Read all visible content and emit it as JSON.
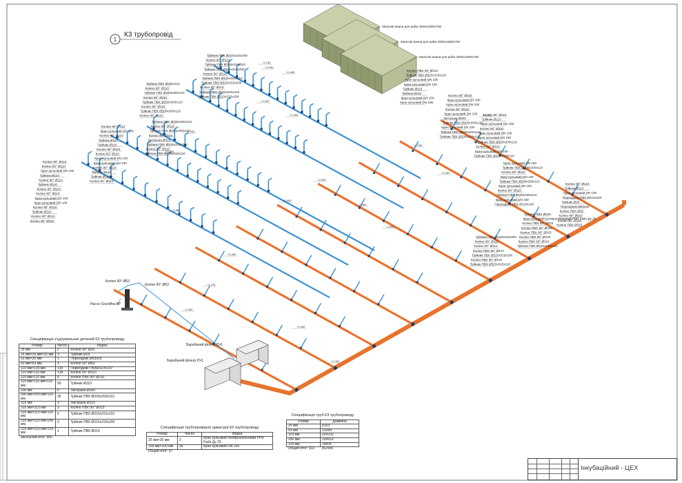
{
  "sheet": {
    "title": "К3 трубопровід",
    "section_no": "1",
    "stamp_name": "Інкубаційний - ЦЕХ",
    "colors": {
      "pipe_main": "#e8732e",
      "pipe_small": "#3a90cf",
      "fittings": "#1d3f6e",
      "tanks": "#9aa57a",
      "leader": "#444444"
    }
  },
  "tank_labels": [
    "Мальові ванни для риби 3300х1500х750",
    "Мальові ванни для риби 3300х1500х750",
    "Мальові ванни для риби 3300х1500х750"
  ],
  "equipment_labels": {
    "pump": "Насос Grundfos AP",
    "elbow_63_a": "Коліно 90° Ø63",
    "elbow_63_b": "Коліно 90° Ø63",
    "drum_filter_top": "Барабаний фільтр DVL",
    "drum_filter_bottom": "Барабаний фільтр DVL"
  },
  "fitting_labels": [
    "Коліно 90° Ø110",
    "Коліно 90° Ø110",
    "Кран кульовий DN 100",
    "Трійник Ø110",
    "Коліно 90° Ø110",
    "Трійник Ø110",
    "Коліно 90° Ø110",
    "Коліно 90° Ø110",
    "Кран кульовий DN 100",
    "Кран кульовий DN 100",
    "Коліно 90° Ø110",
    "Трійник Ø110",
    "Коліно 90° Ø110",
    "Коліно 90° Ø110",
    "Коліно 90° Ø110",
    "Кран кульовий DN 100",
    "Коліно 90° Ø110",
    "Трійник Ø110",
    "Трійник Ø110",
    "Коліно 90° Ø110",
    "Коліно 90° Ø110",
    "Кран кульовий DN 100",
    "Кран кульовий DN 100",
    "Коліно 90° Ø110",
    "Трійник Ø110",
    "Трійник Ø110",
    "Коліно 90° Ø110",
    "Трійник ПВХ Ø200х110",
    "Коліно 90° Ø110",
    "Трійник ПВХ Ø200х200х110",
    "Коліно 90° Ø110",
    "Трійник ПВХ Ø200х200х110",
    "Коліно 90° Ø110",
    "Трійник ПВХ Ø200х200х110",
    "Коліно 90° Ø110",
    "Трійник ПВХ Ø200х200х110",
    "Коліно 90° Ø110",
    "Трійник ПВХ Ø200х200х110",
    "Коліно 90° Ø110",
    "Заглушка Ø315",
    "Трійник ПВХ Ø315х315х200",
    "Коліно 90° Ø110",
    "Трійник ПВХ Ø315х315х110",
    "Трійник ПВХ Ø315х315х200",
    "Коліно 90° Ø110",
    "Трійник ПВХ Ø315х315х110",
    "Трійник ПВХ Ø315х315х200",
    "Коліно 90° Ø110",
    "Трійник ПВХ Ø315х315х110",
    "Трійник ПВХ Ø315х315х200",
    "Коліно 90° Ø110",
    "Трійник ПВХ Ø315х315х110",
    "Трійник ПВХ Ø315х315х200",
    "Коліно ПВХ 90° Ø110",
    "Трійник ПВХ Ø315х315х110",
    "Кран кульовий DN 100",
    "Кран кульовий DN 100",
    "Трійник Ø110",
    "Трійник Ø110",
    "Кран кульовий DN 100",
    "Кран кульовий DN 100",
    "Коліно 90° Ø110",
    "Кран кульовий DN 100",
    "Кран кульовий DN 100",
    "Коліно 90° Ø110",
    "Кран кульовий DN 100",
    "Заглушка Ø200",
    "Трійник ПВХ Ø200х200х110",
    "Кран кульовий DN 100",
    "Трійник ПВХ Ø200х200х110",
    "Трійник ПВХ Ø200х200х110",
    "Коліно 90° Ø110",
    "Трійник Ø110",
    "Кран кульовий DN 100",
    "Коліно 90° Ø110",
    "Кран кульовий DN 100",
    "Кран кульовий DN 100",
    "Трійник ПВХ Ø200х200х110",
    "Коліно 90° Ø110",
    "Кран кульовий DN 100",
    "Трійник ПВХ Ø200х200х110",
    "Кран кульовий DN 100",
    "Трійник ПВХ Ø200х200х110",
    "Коліно 90° Ø110",
    "Кран кульовий DN 100",
    "Трійник ПВХ Ø200х200х110",
    "Кран кульовий DN 100",
    "Коліно 90° Ø110",
    "Трійник ПВХ Ø200х200х110",
    "Кран кульовий DN 100",
    "Перехідник ПВХ Ø110х100",
    "Коліно 90° Ø110",
    "Трійник Ø110",
    "Кран кульовий DN 100",
    "Перехідник ПВХ Ø110х100",
    "Трійник Ø25",
    "Перехідник Ø63х25",
    "Коліно ПВХ Ø25",
    "Коліно 90° Ø110",
    "Коліно 90° Ø110",
    "Коліно ПВХ Ø315",
    "Трійник ПВХ Ø315",
    "Кран кульовий поліпропіленовий PPR Fado Ду 25",
    "Коліно ПВХ 90° Ø315",
    "Коліно ПВХ 90° Ø315",
    "Коліно ПВХ 90° Ø315",
    "Коліно ПВХ 90° Ø315",
    "Коліно ПВХ 90° Ø110",
    "Трійник ПВХ Ø315х315х110",
    "Трійник ПВХ Ø315х315х200",
    "Коліно 90° Ø110",
    "Коліно 90° Ø110",
    "Коліно ПВХ 90° Ø110",
    "Трійник ПВХ Ø315х315х200",
    "Коліно ПВХ 90° Ø110",
    "Трійник ПВХ Ø315х315х110"
  ],
  "elevation_labels": [
    "+1.150",
    "+1.050",
    "+0.460",
    "+1.000",
    "+1.300",
    "+0.800",
    "+1.200",
    "-0.860",
    "+0.460",
    "+1.150",
    "+2.550",
    "-0.580",
    "+1.050",
    "+0.460",
    "+1.200",
    "+2.000",
    "-0.460",
    "+0.480",
    "+1.300",
    "-0.800"
  ],
  "table_fittings": {
    "title": "Специфікація з'єднувальних деталей К3 трубопроводу",
    "headers": [
      "Розмір",
      "Число",
      "Марка"
    ],
    "rows": [
      [
        "25 мм",
        "2",
        "Коліно 90° Ø25"
      ],
      [
        "25 мм×25 мм×25 мм",
        "3",
        "Трійник Ø25"
      ],
      [
        "63 мм×25 мм",
        "1",
        "Перехідник Ø63х25"
      ],
      [
        "63 мм×63 мм",
        "3",
        "Коліно 90° Ø63"
      ],
      [
        "110 мм×100 мм",
        "130",
        "Перехідник ПВХØ110х100"
      ],
      [
        "110 мм×110 мм",
        "139",
        "Коліно 90° Ø110"
      ],
      [
        "110 мм×110 мм",
        "6",
        "Коліно ПВХ 90° Ø110"
      ],
      [
        "110 мм×110 мм×110 мм",
        "90",
        "Трійник Ø110"
      ],
      [
        "200 мм",
        "6",
        "Заглушка Ø200"
      ],
      [
        "200 мм×200 мм×110 мм",
        "35",
        "Трійник ПВХ Ø200х200х110"
      ],
      [
        "315 мм",
        "3",
        "Заглушка Ø315"
      ],
      [
        "315 мм×315 мм",
        "3",
        "Коліно ПВХ 90° Ø315"
      ],
      [
        "315 мм×315 мм×110 мм",
        "5",
        "Трійник ПВХ Ø315х315х110"
      ],
      [
        "315 мм×315 мм×200 мм",
        "9",
        "Трійник ПВХ Ø315х315х200"
      ],
      [
        "315 мм×315 мм×315 мм",
        "1",
        "Трійник ПВХ Ø315"
      ]
    ],
    "total": "Загальний итог: 455"
  },
  "table_valves": {
    "title": "Специфікація трубопровідної арматури К3 трубопроводу",
    "headers": [
      "Розмір",
      "Число",
      "Марка"
    ],
    "rows": [
      [
        "25 мм×25 мм",
        "2",
        "Кран кульовий поліпропіленовий PPR Fado Ду 25"
      ],
      [
        "100 мм×100 мм",
        "95",
        "Кран кульовий DN 100"
      ]
    ],
    "total": "Общий итог: 97"
  },
  "table_pipes": {
    "title": "Специфікація труб К3 трубопроводу",
    "headers": [
      "Розмір",
      "Довжина"
    ],
    "rows": [
      [
        "25 мм",
        "5163"
      ],
      [
        "63 мм",
        "13289"
      ],
      [
        "110 мм",
        "203232"
      ],
      [
        "200 мм",
        "100616"
      ],
      [
        "315 мм",
        "30606"
      ]
    ],
    "total_label": "Общий итог: 532",
    "total_value": "352906"
  }
}
